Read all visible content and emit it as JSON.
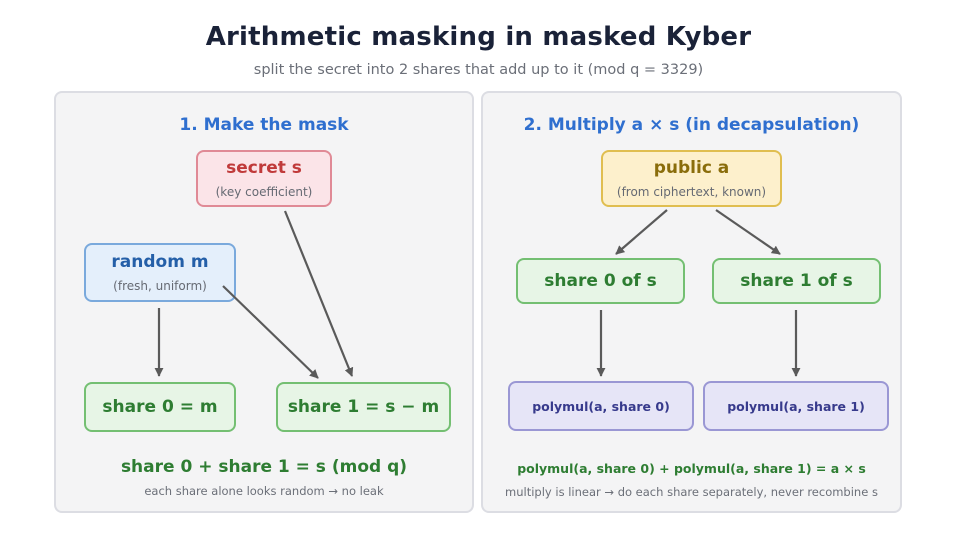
{
  "header": {
    "title": "Arithmetic masking in masked Kyber",
    "subtitle": "split the secret into 2 shares that add up to it (mod q = 3329)"
  },
  "left_panel": {
    "title": "1. Make the mask",
    "secret_label": "secret s",
    "secret_note": "(key coefficient)",
    "random_label": "random m",
    "random_note": "(fresh, uniform)",
    "share0_label": "share 0 = m",
    "share1_label": "share 1 = s − m",
    "summary": "share 0 + share 1 = s (mod q)",
    "summary_note": "each share alone looks random → no leak"
  },
  "right_panel": {
    "title": "2. Multiply a × s (in decapsulation)",
    "public_label": "public a",
    "public_note": "(from ciphertext, known)",
    "share0_label": "share 0 of s",
    "share1_label": "share 1 of s",
    "mul0_label": "polymul(a, share 0)",
    "mul1_label": "polymul(a, share 1)",
    "summary": "polymul(a, share 0) + polymul(a, share 1) = a × s",
    "summary_note": "multiply is linear → do each share separately, never recombine s"
  }
}
